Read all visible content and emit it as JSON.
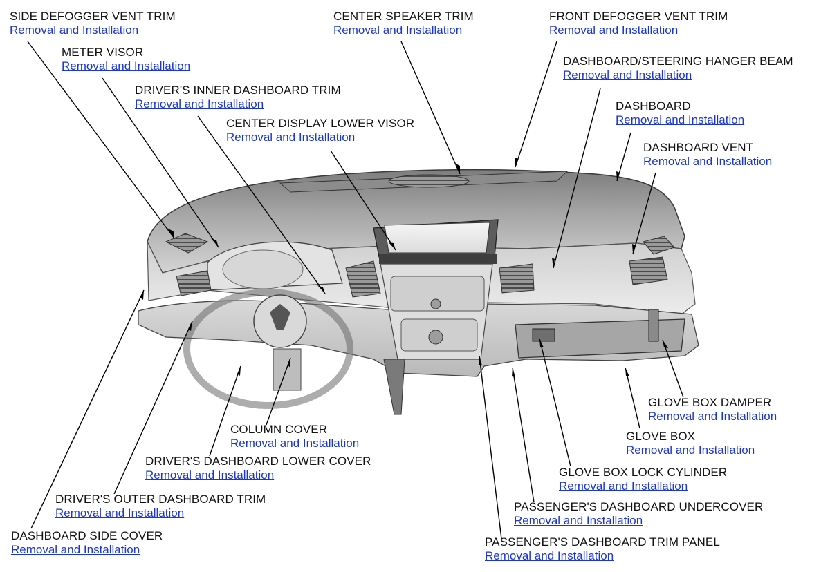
{
  "link_text": "Removal and Installation",
  "components": [
    {
      "id": "side-defogger-vent-trim",
      "name": "SIDE DEFOGGER VENT TRIM",
      "link": "Removal and Installation"
    },
    {
      "id": "meter-visor",
      "name": "METER VISOR",
      "link": "Removal and Installation"
    },
    {
      "id": "drivers-inner-dashboard-trim",
      "name": "DRIVER'S INNER DASHBOARD TRIM",
      "link": "Removal and Installation"
    },
    {
      "id": "center-display-lower-visor",
      "name": "CENTER DISPLAY LOWER VISOR",
      "link": "Removal and Installation"
    },
    {
      "id": "center-speaker-trim",
      "name": "CENTER SPEAKER TRIM",
      "link": "Removal and Installation"
    },
    {
      "id": "front-defogger-vent-trim",
      "name": "FRONT DEFOGGER VENT TRIM",
      "link": "Removal and Installation"
    },
    {
      "id": "dashboard-steering-hanger-beam",
      "name": "DASHBOARD/STEERING HANGER BEAM",
      "link": "Removal and Installation"
    },
    {
      "id": "dashboard",
      "name": "DASHBOARD",
      "link": "Removal and Installation"
    },
    {
      "id": "dashboard-vent",
      "name": "DASHBOARD VENT",
      "link": "Removal and Installation"
    },
    {
      "id": "glove-box-damper",
      "name": "GLOVE BOX DAMPER",
      "link": "Removal and Installation"
    },
    {
      "id": "glove-box",
      "name": "GLOVE BOX",
      "link": "Removal and Installation"
    },
    {
      "id": "glove-box-lock-cylinder",
      "name": "GLOVE BOX LOCK CYLINDER",
      "link": "Removal and Installation"
    },
    {
      "id": "passengers-dashboard-undercover",
      "name": "PASSENGER'S DASHBOARD UNDERCOVER",
      "link": "Removal and Installation"
    },
    {
      "id": "passengers-dashboard-trim-panel",
      "name": "PASSENGER'S DASHBOARD TRIM PANEL",
      "link": "Removal and Installation"
    },
    {
      "id": "column-cover",
      "name": "COLUMN COVER",
      "link": "Removal and Installation"
    },
    {
      "id": "drivers-dashboard-lower-cover",
      "name": "DRIVER'S DASHBOARD LOWER COVER",
      "link": "Removal and Installation"
    },
    {
      "id": "drivers-outer-dashboard-trim",
      "name": "DRIVER'S OUTER DASHBOARD TRIM",
      "link": "Removal and Installation"
    },
    {
      "id": "dashboard-side-cover",
      "name": "DASHBOARD SIDE COVER",
      "link": "Removal and Installation"
    }
  ]
}
